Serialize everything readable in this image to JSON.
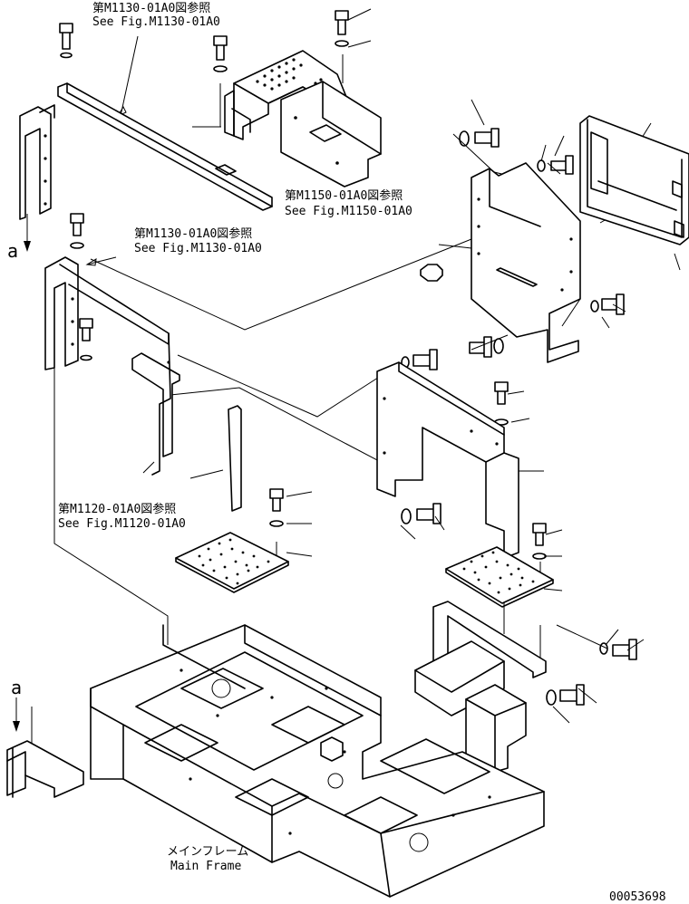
{
  "refs": [
    {
      "jp": "第M1130-01A0図参照",
      "en": "See Fig.M1130-01A0"
    },
    {
      "jp": "第M1150-01A0図参照",
      "en": "See Fig.M1150-01A0"
    },
    {
      "jp": "第M1130-01A0図参照",
      "en": "See Fig.M1130-01A0"
    },
    {
      "jp": "第M1120-01A0図参照",
      "en": "See Fig.M1120-01A0"
    }
  ],
  "main_frame": {
    "jp": "メインフレーム",
    "en": "Main Frame"
  },
  "marker": "a",
  "drawing_number": "00053698"
}
